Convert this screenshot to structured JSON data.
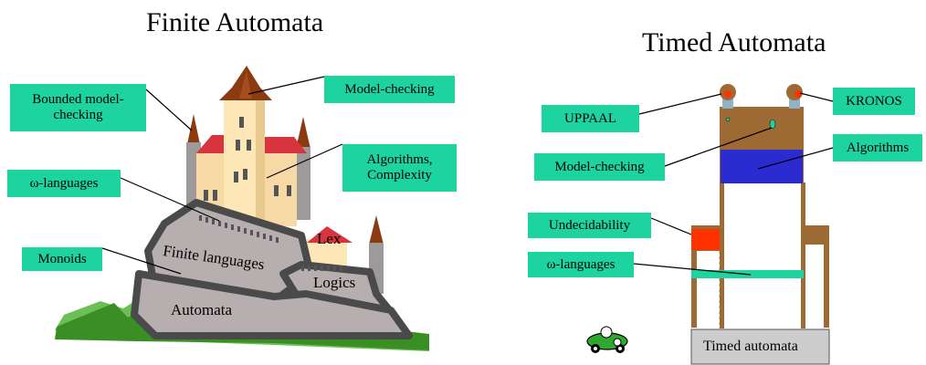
{
  "titles": {
    "left": "Finite Automata",
    "right": "Timed Automata"
  },
  "finite_labels": {
    "bounded": "Bounded model-checking",
    "model_checking": "Model-checking",
    "algorithms": "Algorithms, Complexity",
    "omega": "ω-languages",
    "monoids": "Monoids"
  },
  "castle_text": {
    "finite_languages": "Finite languages",
    "lex": "Lex",
    "logics": "Logics",
    "automata": "Automata"
  },
  "timed_labels": {
    "uppaal": "UPPAAL",
    "kronos": "KRONOS",
    "model_checking": "Model-checking",
    "algorithms": "Algorithms",
    "undecidability": "Undecidability",
    "omega": "ω-languages",
    "timed_automata": "Timed automata"
  },
  "colors": {
    "label_bg": "#1dd4a1",
    "wall": "#b7afaf",
    "tower": "#fde7b6",
    "roof": "#8b3a12",
    "red_roof": "#d8343d",
    "grass": "#3a8f24",
    "brown": "#9e6a33",
    "blue": "#2b2bd2",
    "red": "#ff3300"
  }
}
